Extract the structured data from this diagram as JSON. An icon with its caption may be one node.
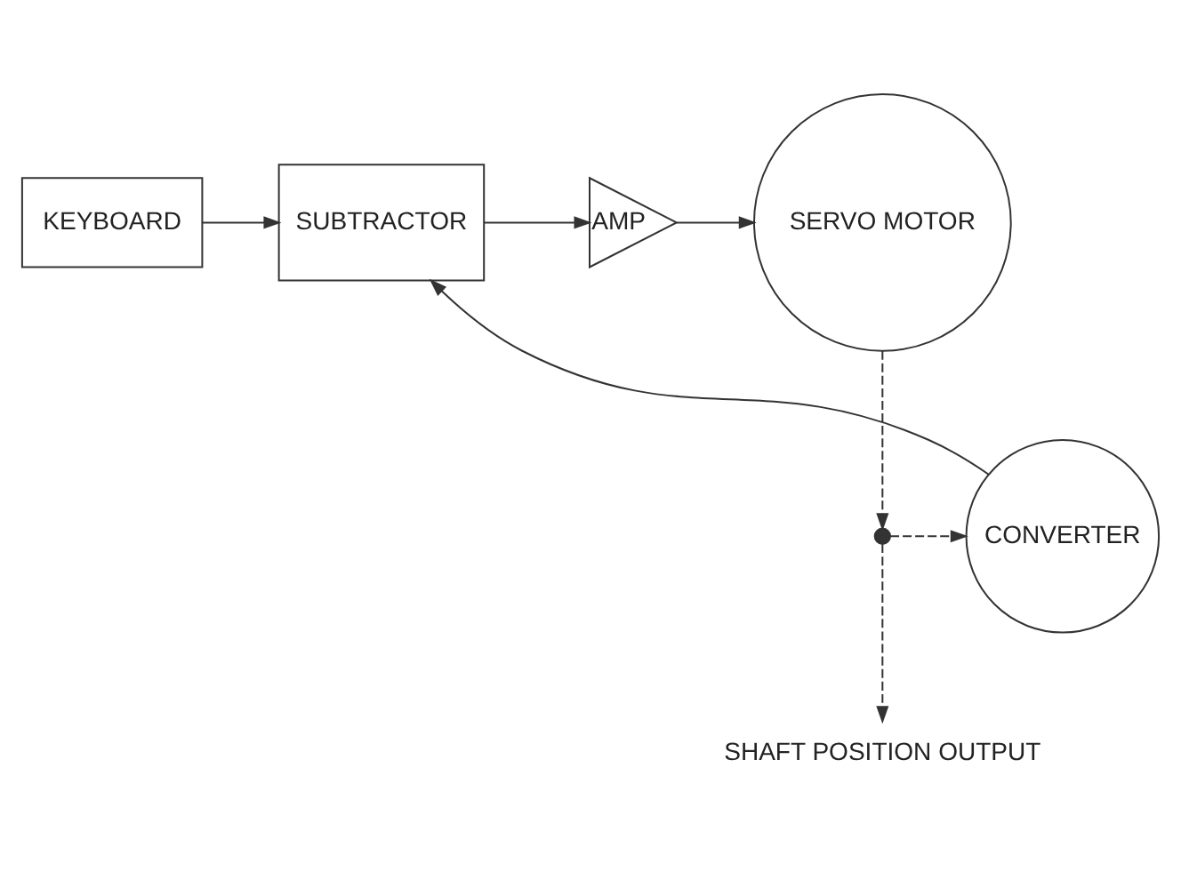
{
  "diagram": {
    "nodes": [
      {
        "text": [
          "KEYBOARD"
        ]
      },
      {
        "text": [
          "SUBTRACTOR"
        ]
      },
      {
        "text": [
          "AMP"
        ]
      },
      {
        "text": [
          "SERVO MOTOR"
        ]
      },
      {
        "text": [],
        "shape": "dot"
      },
      {
        "text": [
          "CONVERTER"
        ]
      },
      {
        "text": [
          "SHAFT POSITION OUTPUT"
        ]
      }
    ],
    "edges": [
      {
        "from": 0,
        "to": 1,
        "arrow": "to"
      },
      {
        "from": 1,
        "to": 2,
        "arrow": "to"
      },
      {
        "from": 2,
        "to": 3,
        "arrow": "to"
      },
      {
        "from": 3,
        "to": 4,
        "arrow": "to",
        "style": "dashed"
      },
      {
        "from": 4,
        "to": 5,
        "arrow": "to",
        "style": "dashed"
      },
      {
        "from": 4,
        "to": 6,
        "arrow": "to",
        "style": "dashed"
      },
      {
        "from": 5,
        "to": 1,
        "arrow": "to"
      }
    ]
  }
}
